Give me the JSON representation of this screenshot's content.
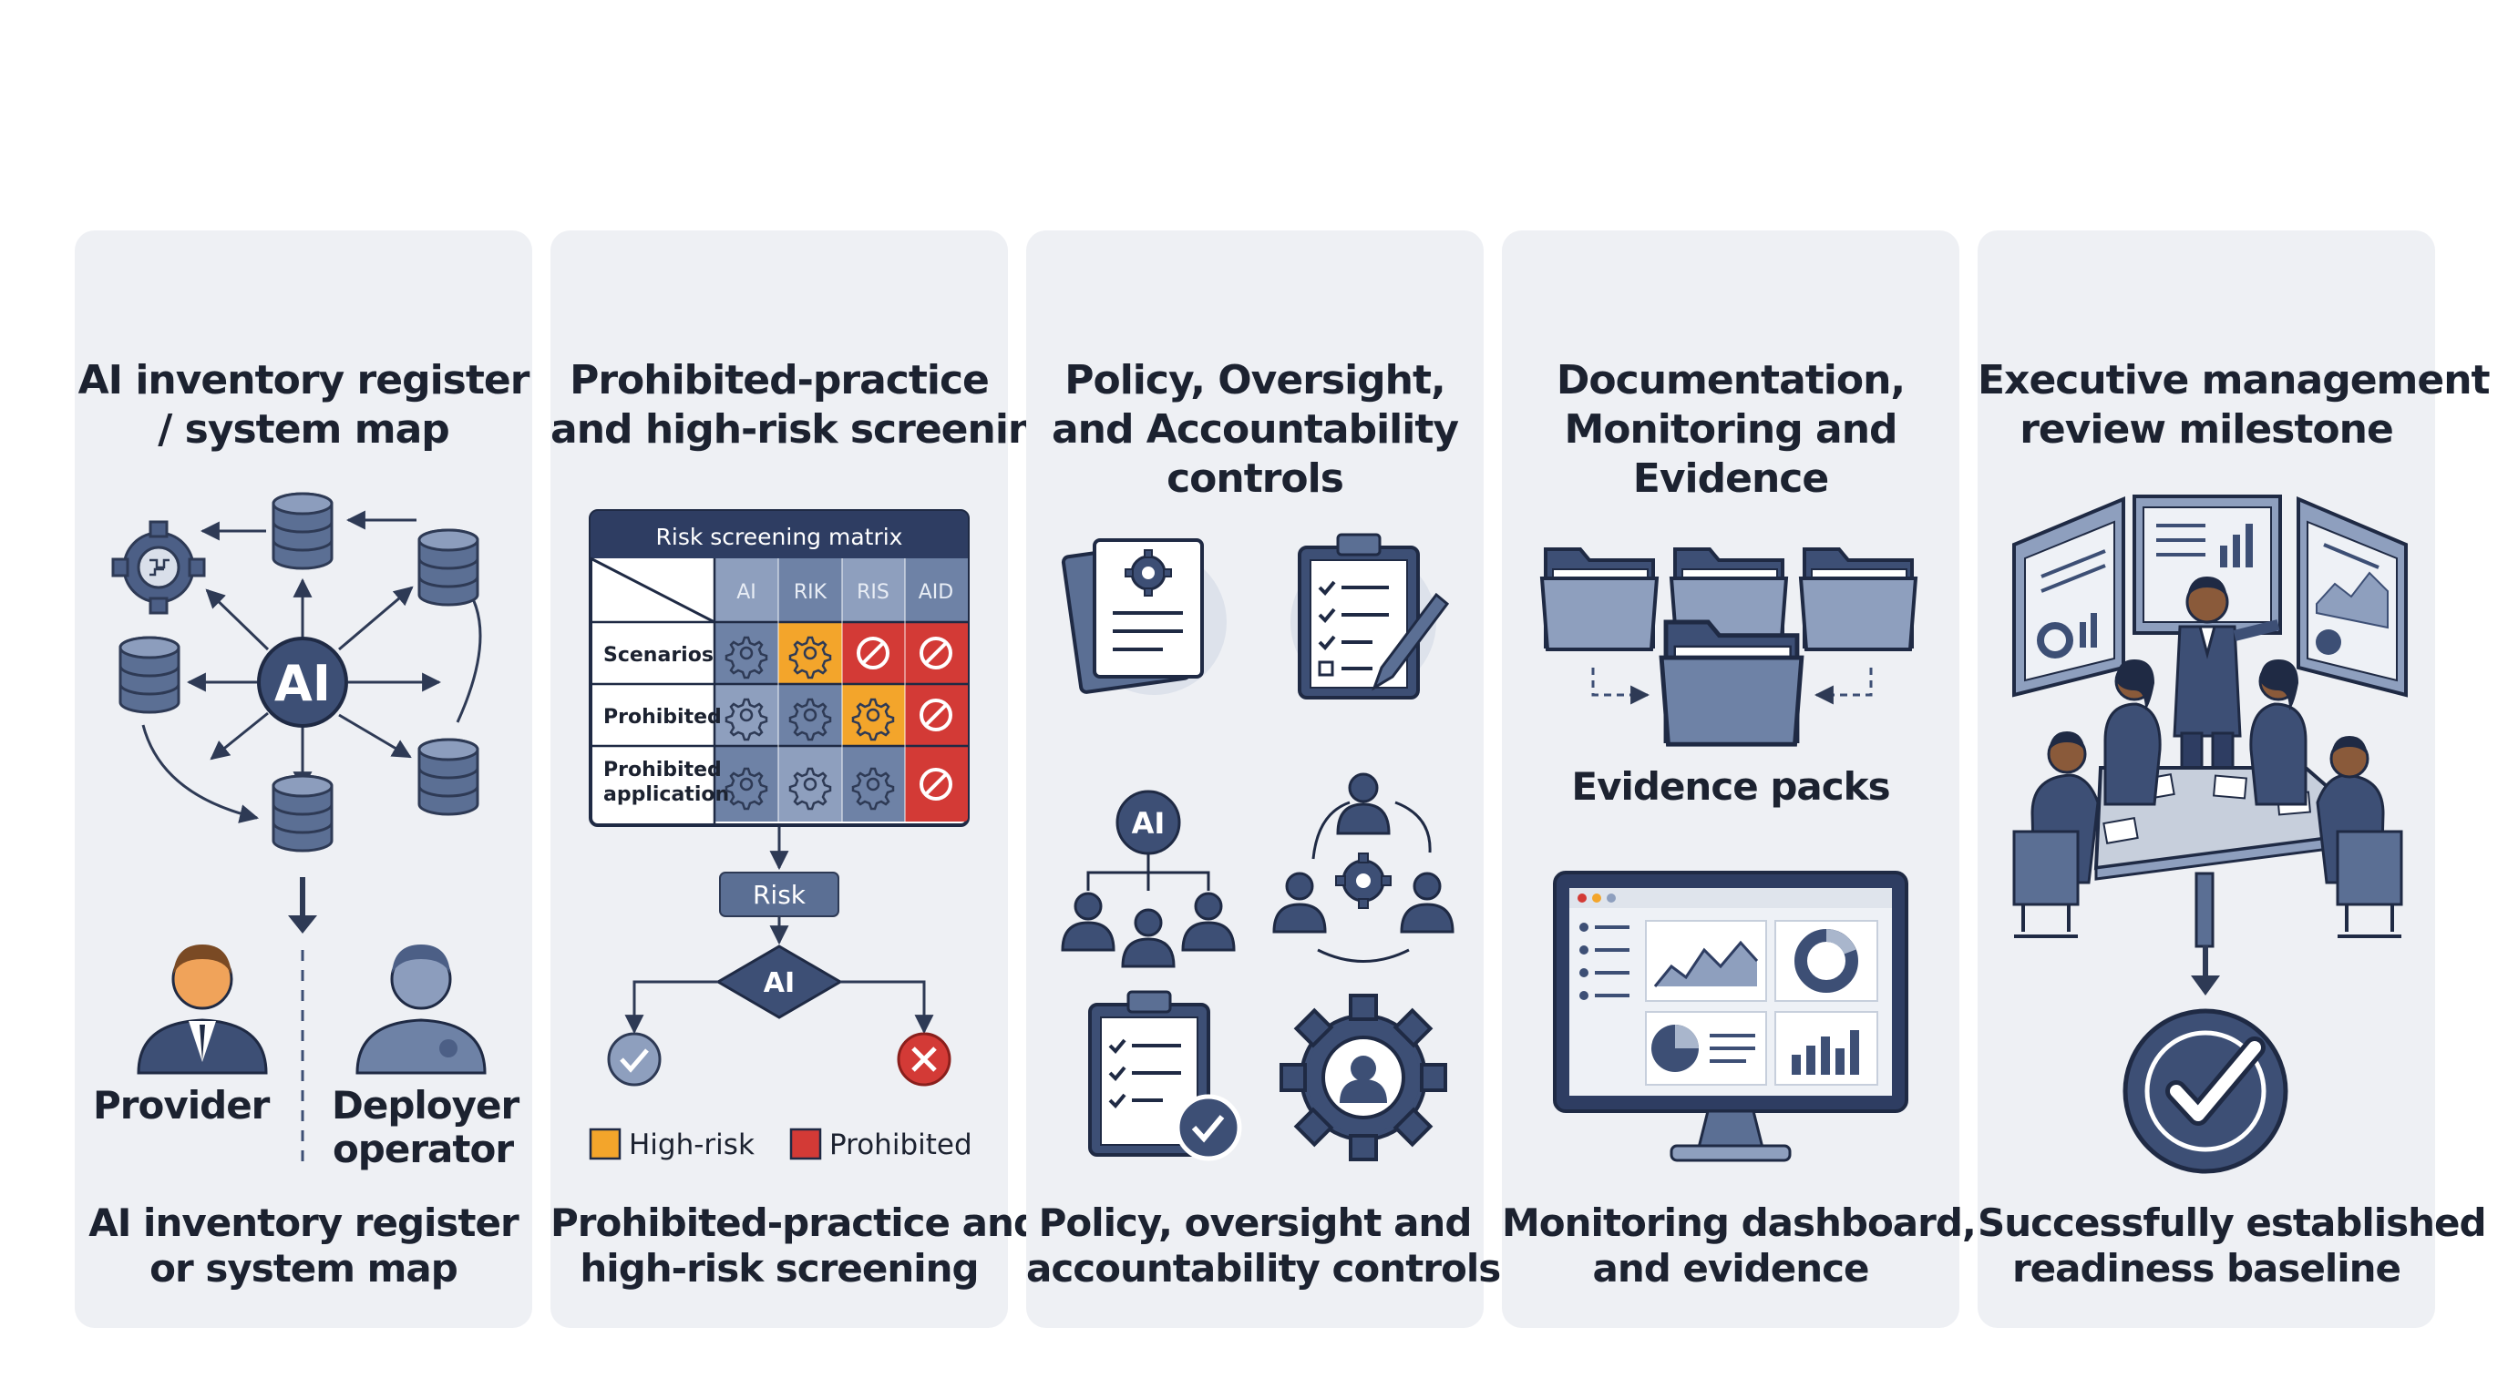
{
  "colors": {
    "navy": "#3d4f75",
    "slate": "#5b6f94",
    "light_slate": "#a9b6cc",
    "orange": "#f3a52b",
    "red": "#d33a36",
    "panel_bg": "#eef0f4",
    "text": "#1c2230"
  },
  "panels": [
    {
      "title_lines": [
        "AI inventory register",
        "/ system map"
      ],
      "caption_lines": [
        "AI inventory register",
        "or system map"
      ],
      "hub_label": "AI",
      "roles": {
        "provider": "Provider",
        "deployer_lines": [
          "Deployer",
          "operator"
        ]
      },
      "icons": [
        "gear-chip-icon",
        "database-icon",
        "person-icon",
        "arrow-down-icon"
      ]
    },
    {
      "title_lines": [
        "Prohibited-practice",
        "and high-risk screening"
      ],
      "caption_lines": [
        "Prohibited-practice and",
        "high-risk screening"
      ],
      "matrix": {
        "title": "Risk screening matrix",
        "columns": [
          "AI",
          "RIK",
          "RIS",
          "AID"
        ],
        "rows": [
          {
            "label_lines": [
              "Scenarios"
            ],
            "cells": [
              "gear",
              "gear-orange",
              "prohibited",
              "prohibited"
            ]
          },
          {
            "label_lines": [
              "Prohibited"
            ],
            "cells": [
              "gear",
              "gear",
              "gear-orange",
              "prohibited"
            ]
          },
          {
            "label_lines": [
              "Prohibited",
              "application"
            ],
            "cells": [
              "gear",
              "gear",
              "gear",
              "prohibited"
            ]
          }
        ]
      },
      "flow": {
        "risk_label": "Risk",
        "decision_label": "AI"
      },
      "legend": [
        {
          "label": "High-risk",
          "color": "#f3a52b"
        },
        {
          "label": "Prohibited",
          "color": "#d33a36"
        }
      ]
    },
    {
      "title_lines": [
        "Policy, Oversight,",
        "and Accountability",
        "controls"
      ],
      "caption_lines": [
        "Policy, oversight and",
        "accountability controls"
      ],
      "org_label": "AI",
      "icons": [
        "policy-document-icon",
        "clipboard-pen-icon",
        "ai-org-chart-icon",
        "team-cycle-icon",
        "checklist-approved-icon",
        "user-gear-icon"
      ]
    },
    {
      "title_lines": [
        "Documentation,",
        "Monitoring and",
        "Evidence"
      ],
      "caption_lines": [
        "Monitoring dashboard,",
        "and evidence"
      ],
      "evidence_label": "Evidence packs",
      "icons": [
        "folder-icon",
        "monitor-dashboard-icon"
      ]
    },
    {
      "title_lines": [
        "Executive management",
        "review milestone"
      ],
      "caption_lines": [
        "Successfully established",
        "readiness baseline"
      ],
      "icons": [
        "meeting-scene-icon",
        "arrow-down-icon",
        "check-badge-icon"
      ]
    }
  ]
}
